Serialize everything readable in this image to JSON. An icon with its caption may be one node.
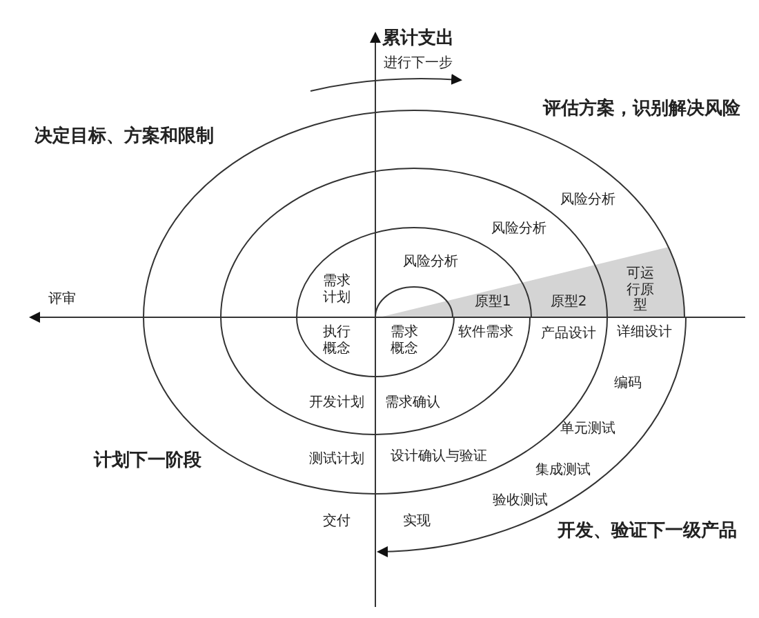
{
  "diagram": {
    "labels": [
      "累计支出",
      "进行下一步",
      "评估方案，识别解决风险",
      "决定目标、方案和限制",
      "风险分析",
      "风险分析",
      "风险分析",
      "需求计划",
      "评审",
      "原型1",
      "原型2",
      "可运行原型",
      "执行概念",
      "需求概念",
      "软件需求",
      "产品设计",
      "详细设计",
      "编码",
      "开发计划",
      "需求确认",
      "单元测试",
      "计划下一阶段",
      "测试计划",
      "设计确认与验证",
      "集成测试",
      "验收测试",
      "交付",
      "实现",
      "开发、验证下一级产品"
    ]
  }
}
